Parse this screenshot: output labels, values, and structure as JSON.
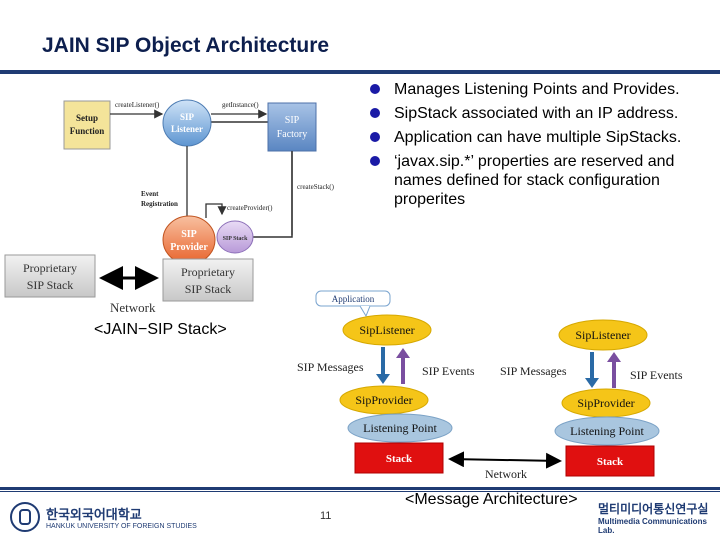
{
  "slide": {
    "title": "JAIN SIP Object Architecture",
    "bullets": [
      "Manages Listening Points and Provides.",
      "SipStack associated with an IP address.",
      "Application can have multiple SipStacks.",
      "‘javax.sip.*’ properties are reserved and names defined for stack configuration properites"
    ],
    "caption_left": "<JAIN−SIP Stack>",
    "caption_right": "<Message Architecture>",
    "page_number": "11"
  },
  "left_diagram": {
    "setup_function": [
      "Setup",
      "Function"
    ],
    "sip_listener": [
      "SIP",
      "Listener"
    ],
    "sip_factory": [
      "SIP",
      "Factory"
    ],
    "sip_provider": [
      "SIP",
      "Provider"
    ],
    "sip_stack_small": "SIP Stack",
    "proprietary_left": [
      "Proprietary",
      "SIP Stack"
    ],
    "proprietary_right": [
      "Proprietary",
      "SIP Stack"
    ],
    "create_listener": "createListener()",
    "get_instance": "getInstance()",
    "create_stack": "createStack()",
    "create_provider": "createProvider()",
    "event_registration": [
      "Event",
      "Registration"
    ],
    "network": "Network"
  },
  "right_diagram": {
    "application": "Application",
    "sip_listener": "SipListener",
    "sip_provider": "SipProvider",
    "listening_point": "Listening Point",
    "stack": "Stack",
    "sip_messages": "SIP Messages",
    "sip_events": "SIP Events",
    "network": "Network"
  },
  "footer": {
    "university_ko": "한국외국어대학교",
    "university_en": "HANKUK UNIVERSITY OF FOREIGN STUDIES",
    "lab_ko": "멀티미디어통신연구실",
    "lab_en": "Multimedia Communications Lab."
  },
  "colors": {
    "title": "#0d1f4e",
    "rule": "#1f3b73",
    "bullet": "#1a1aa6",
    "listener_yellow": "#f5c518",
    "stack_red": "#e01010",
    "listening_point": "#a9c6df",
    "arrow_blue": "#2a6aa6",
    "arrow_purple": "#7a4fa0"
  }
}
